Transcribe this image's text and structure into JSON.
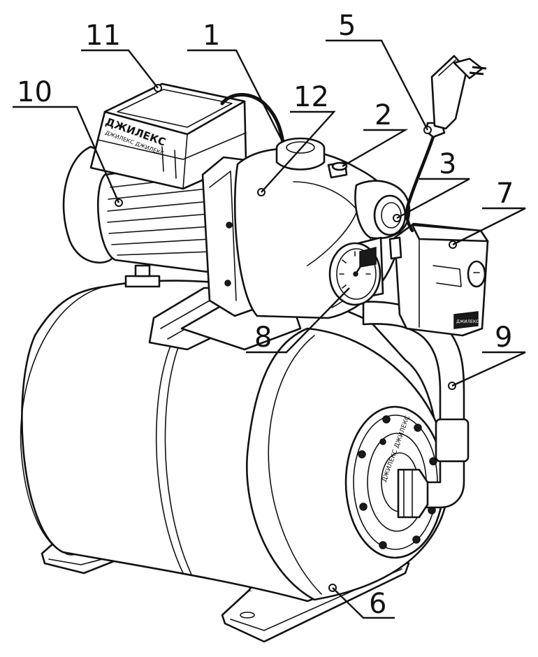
{
  "diagram": {
    "labels": [
      {
        "id": "1",
        "text": "1"
      },
      {
        "id": "2",
        "text": "2"
      },
      {
        "id": "3",
        "text": "3"
      },
      {
        "id": "5",
        "text": "5"
      },
      {
        "id": "6",
        "text": "6"
      },
      {
        "id": "7",
        "text": "7"
      },
      {
        "id": "8",
        "text": "8"
      },
      {
        "id": "9",
        "text": "9"
      },
      {
        "id": "10",
        "text": "10"
      },
      {
        "id": "11",
        "text": "11"
      },
      {
        "id": "12",
        "text": "12"
      }
    ],
    "brand_text": "ДЖИЛЕКС",
    "brand_subtext": "ДЖИЛЕКС ДЖИЛЕКС",
    "switch_brand": "ДЖИЛЕКС",
    "tank_badge_text": "ДЖИЛЕКС ДЖИЛЕКС"
  }
}
